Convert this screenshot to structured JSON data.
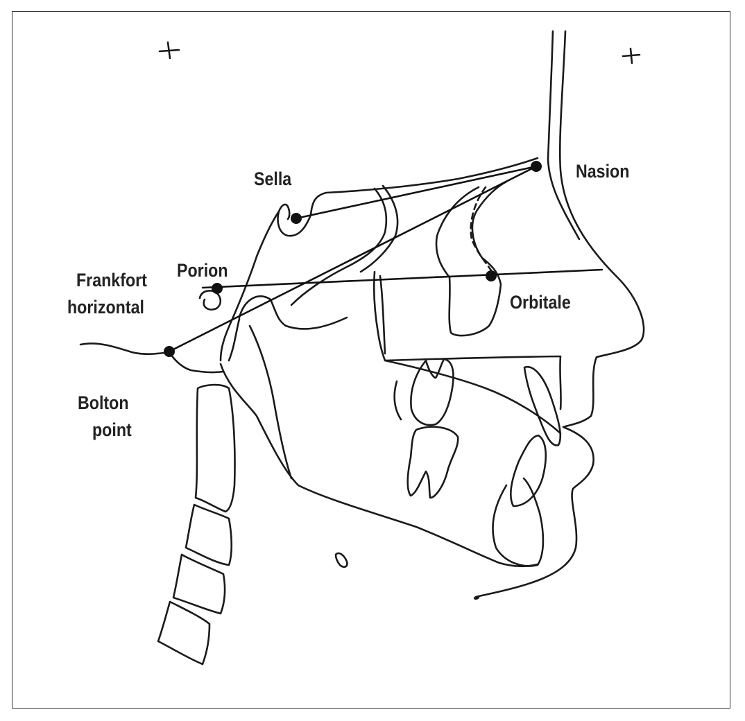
{
  "labels": {
    "sella": "Sella",
    "nasion": "Nasion",
    "porion": "Porion",
    "frankfort_line1": "Frankfort",
    "frankfort_line2": "horizontal",
    "orbitale": "Orbitale",
    "bolton_line1": "Bolton",
    "bolton_line2": "point"
  },
  "colors": {
    "ink": "#1a1a1a",
    "background": "#ffffff"
  }
}
